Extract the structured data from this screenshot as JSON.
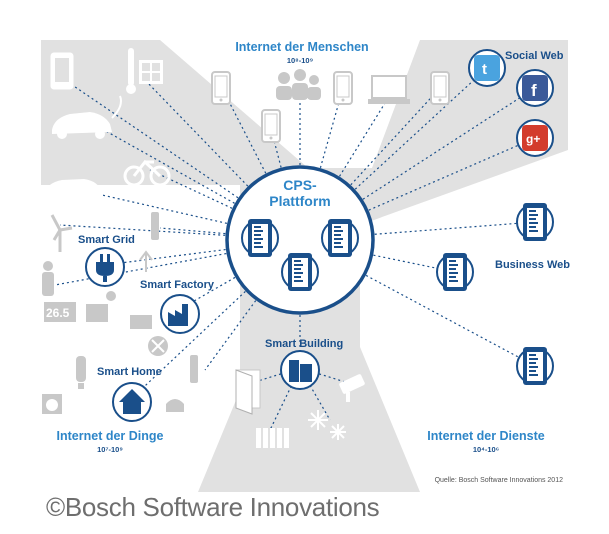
{
  "title": {
    "line1": "Internet der Menschen",
    "range": "10⁸-10⁹"
  },
  "social_web": "Social Web",
  "business_web": "Business Web",
  "cps": {
    "line1": "CPS-",
    "line2": "Plattform"
  },
  "smart_grid": "Smart Grid",
  "smart_factory": "Smart Factory",
  "smart_home": "Smart Home",
  "smart_building": "Smart Building",
  "internet_dinge": {
    "label": "Internet der Dinge",
    "range": "10⁷-10⁹"
  },
  "internet_dienste": {
    "label": "Internet der Dienste",
    "range": "10⁴-10⁶"
  },
  "source": "Quelle: Bosch Software Innovations 2012",
  "meter_digits": "26.5",
  "social_icons": [
    "t",
    "f",
    "g+"
  ],
  "caption": "©Bosch Software Innovations",
  "colors": {
    "dark_blue": "#1a4f8a",
    "light_blue": "#2e86c8",
    "gray_panel": "#e1e1e1",
    "icon_gray": "#c8c8c8"
  }
}
